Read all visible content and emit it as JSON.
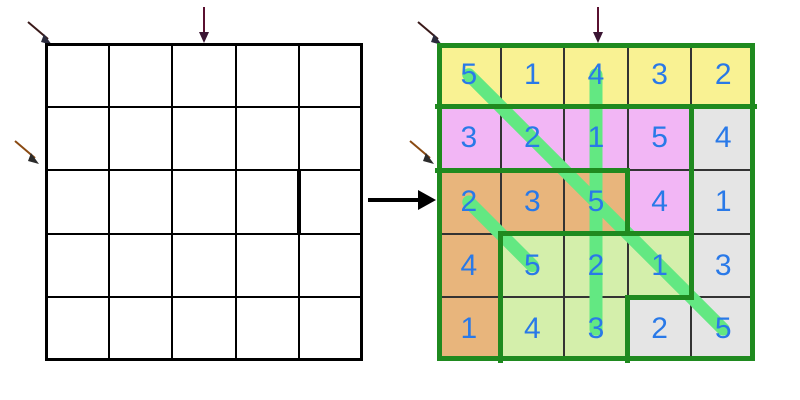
{
  "figure": {
    "title": "5x5 Latin square puzzle transformation",
    "left_panel": {
      "name": "empty-grid",
      "rows": 5,
      "cols": 5,
      "cells": [
        [
          "",
          "",
          "",
          "",
          ""
        ],
        [
          "",
          "",
          "",
          "",
          ""
        ],
        [
          "",
          "",
          "",
          "",
          ""
        ],
        [
          "",
          "",
          "",
          "",
          ""
        ],
        [
          "",
          "",
          "",
          "",
          ""
        ]
      ],
      "border_color": "#000000",
      "line_color": "#000000",
      "background": "#ffffff",
      "thick_segment": {
        "name": "thick-wall-segment",
        "row": 3,
        "between_cols": "4-5",
        "orientation": "vertical"
      }
    },
    "transform_arrow": {
      "name": "transform-arrow",
      "direction": "right",
      "color": "#000000"
    },
    "right_panel": {
      "name": "solved-grid",
      "rows": 5,
      "cols": 5,
      "values": [
        [
          5,
          1,
          4,
          3,
          2
        ],
        [
          3,
          2,
          1,
          5,
          4
        ],
        [
          2,
          3,
          5,
          4,
          1
        ],
        [
          4,
          5,
          2,
          1,
          3
        ],
        [
          1,
          4,
          3,
          2,
          5
        ]
      ],
      "region_ids": [
        [
          1,
          1,
          1,
          1,
          1
        ],
        [
          2,
          2,
          2,
          2,
          3
        ],
        [
          4,
          4,
          4,
          2,
          3
        ],
        [
          4,
          5,
          5,
          5,
          3
        ],
        [
          4,
          5,
          5,
          3,
          3
        ]
      ],
      "region_colors": {
        "1": "#f9f293",
        "2": "#f2b6f5",
        "3": "#e5e5e5",
        "4": "#e8b57c",
        "5": "#d4efab"
      },
      "region_names": {
        "1": "region-yellow",
        "2": "region-pink",
        "3": "region-grey",
        "4": "region-orange",
        "5": "region-lightgreen"
      },
      "digit_color": "#2979e8",
      "region_border_color": "#1f8a1f",
      "cell_line_color": "#333333",
      "highlight_color": "#63e882",
      "highlights": [
        {
          "name": "main-diagonal",
          "from": "r1c1",
          "to": "r5c5"
        },
        {
          "name": "column-3-vertical",
          "from": "r1c3",
          "to": "r5c3"
        },
        {
          "name": "short-diagonal-lower-left",
          "from": "r3c1",
          "to": "r4c2"
        }
      ]
    },
    "annotations": [
      {
        "name": "arrow-top-left-diagonal",
        "target_panel": "left",
        "style": "diagonal-down-right",
        "color": "#3a1a1a"
      },
      {
        "name": "arrow-top-column3-down",
        "target_panel": "left",
        "style": "vertical-down",
        "color": "#5a1030"
      },
      {
        "name": "arrow-left-row3-diagonal",
        "target_panel": "left",
        "style": "diagonal-down-right",
        "color": "#8a4a12"
      },
      {
        "name": "arrow-top-left-diagonal-right",
        "target_panel": "right",
        "style": "diagonal-down-right",
        "color": "#3a1a1a"
      },
      {
        "name": "arrow-top-column3-down-right",
        "target_panel": "right",
        "style": "vertical-down",
        "color": "#5a1030"
      },
      {
        "name": "arrow-left-row3-diagonal-right",
        "target_panel": "right",
        "style": "diagonal-down-right",
        "color": "#8a4a12"
      }
    ]
  }
}
